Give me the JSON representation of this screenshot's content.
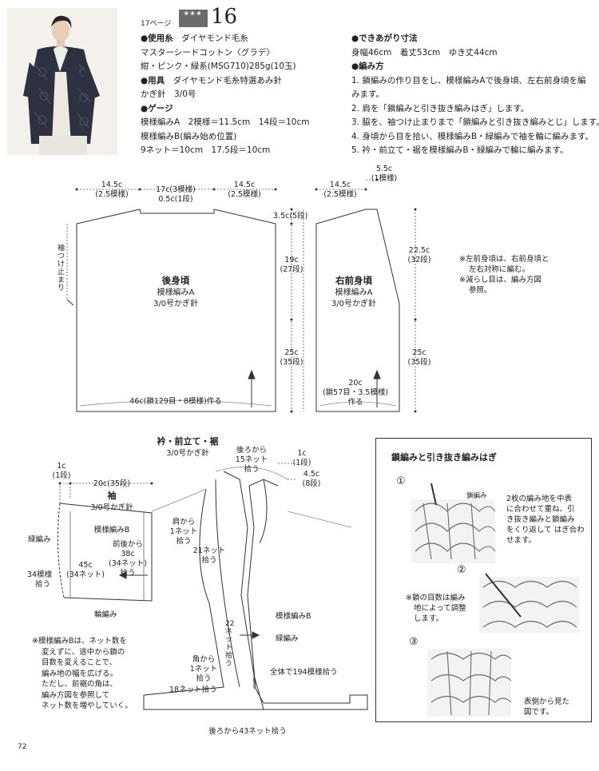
{
  "header": {
    "page_ref": "17ページ",
    "badge_symbol": "❀❀❀",
    "pattern_number": "16"
  },
  "materials": {
    "yarn_heading": "●使用糸",
    "yarn_brand": "ダイヤモンド毛糸",
    "yarn_name": "マスターシードコットン〈グラデ〉",
    "yarn_detail": "紺・ピンク・緑系(MSG710)285g(10玉)",
    "tools_heading": "●用具",
    "tools_brand": "ダイヤモンド毛糸特選あみ針",
    "tools_detail": "かぎ針　3/0号",
    "gauge_heading": "●ゲージ",
    "gauge_line1": "模様編みA　2模様＝11.5cm　14段＝10cm",
    "gauge_line2": "模様編みB(編み始め位置)",
    "gauge_line3": "9ネット＝10cm　17.5段＝10cm"
  },
  "finished": {
    "heading": "●できあがり寸法",
    "sizes": "身幅46cm　着丈53cm　ゆき丈44cm",
    "method_heading": "●編み方",
    "steps": [
      "1. 鎖編みの作り目をし、模様編みAで後身頃、左右前身頃を編みます。",
      "2. 肩を「鎖編みと引き抜き編みはぎ」します。",
      "3. 脇を、袖つけ止まりまで「鎖編みと引き抜き編みとじ」します。",
      "4. 身頃から目を拾い、模様編みB・緑編みで袖を輪に編みます。",
      "5. 衿・前立て・裾を模様編みB・緑編みで輪に編みます。"
    ]
  },
  "back_panel": {
    "title": "後身頃",
    "pattern": "模様編みA",
    "hook": "3/0号かぎ針",
    "w_left": "14.5c",
    "w_left_sub": "(2.5模様)",
    "w_mid": "17c(3模様)",
    "w_mid_sub": "0.5c(1段)",
    "w_right": "14.5c",
    "w_right_sub": "(2.5模様)",
    "h_shoulder": "3.5c(5段)",
    "h_upper": "19c",
    "h_upper_sub": "(27段)",
    "h_lower": "25c",
    "h_lower_sub": "(35段)",
    "bottom": "46c(鎖129目・8模様)作る",
    "armhole_label": "袖つけ止まり"
  },
  "front_panel": {
    "title": "右前身頃",
    "pattern": "模様編みA",
    "hook": "3/0号かぎ針",
    "w_top": "14.5c",
    "w_top_sub": "(2.5模様)",
    "w_neck": "5.5c",
    "w_neck_sub": "(1模様)",
    "h_upper": "22.5c",
    "h_upper_sub": "(32段)",
    "h_lower": "25c",
    "h_lower_sub": "(35段)",
    "bottom": "20c",
    "bottom_sub": "(鎖57目・3.5模様)",
    "bottom_sub2": "作る"
  },
  "side_note": {
    "line1": "※左前身頃は、右前身頃と",
    "line2": "左右対称に編む。",
    "line3": "※減らし目は、編み方図",
    "line4": "参照。"
  },
  "collar": {
    "title": "衿・前立て・裾",
    "hook": "3/0号かぎ針",
    "back_from": "後ろから",
    "back_net": "15ネット",
    "pick": "拾う",
    "top_1c": "1c",
    "top_1row": "(1段)",
    "top_45": "4.5c",
    "top_8row": "(8段)",
    "shoulder_from": "肩から",
    "one_net": "1ネット",
    "pick2": "拾う",
    "net21": "21ネット",
    "pick3": "拾う",
    "net22": "22ネット拾う",
    "pattern_b": "模様編みB",
    "edge": "緑編み",
    "corner_from": "角から",
    "corner_net": "1ネット",
    "pick4": "拾う",
    "net18": "18ネット拾う",
    "total": "全体で194模様拾う",
    "back_43": "後ろから43ネット拾う"
  },
  "sleeve": {
    "w_1c": "1c",
    "w_1row": "(1段)",
    "w_20": "20c(35段)",
    "title": "袖",
    "hook": "3/0号かぎ針",
    "pattern_b": "模様編みB",
    "edge_left": "緑編み",
    "front_back": "前後から",
    "c38": "38c",
    "net34": "(34ネット)",
    "pick": "拾う",
    "c45": "45c",
    "net34b": "(34ネット)",
    "pick34": "34模様",
    "pick34b": "拾う",
    "ring": "輪編み"
  },
  "note_b": {
    "lines": [
      "※模様編みBは、ネット数を",
      "変えずに、途中から鎖の",
      "目数を変えることで、",
      "編み地の幅を広げる。",
      "ただし、前裾の角は、",
      "編み方図を参照して",
      "ネット数を増やしていく。"
    ]
  },
  "seam_box": {
    "title": "鎖編みと引き抜き編みはぎ",
    "step1": "①",
    "step1_label": "鎖編み",
    "step1_text": [
      "2枚の編み地を中表",
      "に合わせて重ね、引",
      "き抜き編みと鎖編み",
      "をくり返して はぎ合わ",
      "せます。"
    ],
    "step2": "②",
    "step2_text": [
      "※鎖の目数は編み",
      "地によって調整",
      "します。"
    ],
    "step3": "③",
    "step3_text": [
      "表側から見た",
      "図です。"
    ]
  },
  "page_number": "72"
}
